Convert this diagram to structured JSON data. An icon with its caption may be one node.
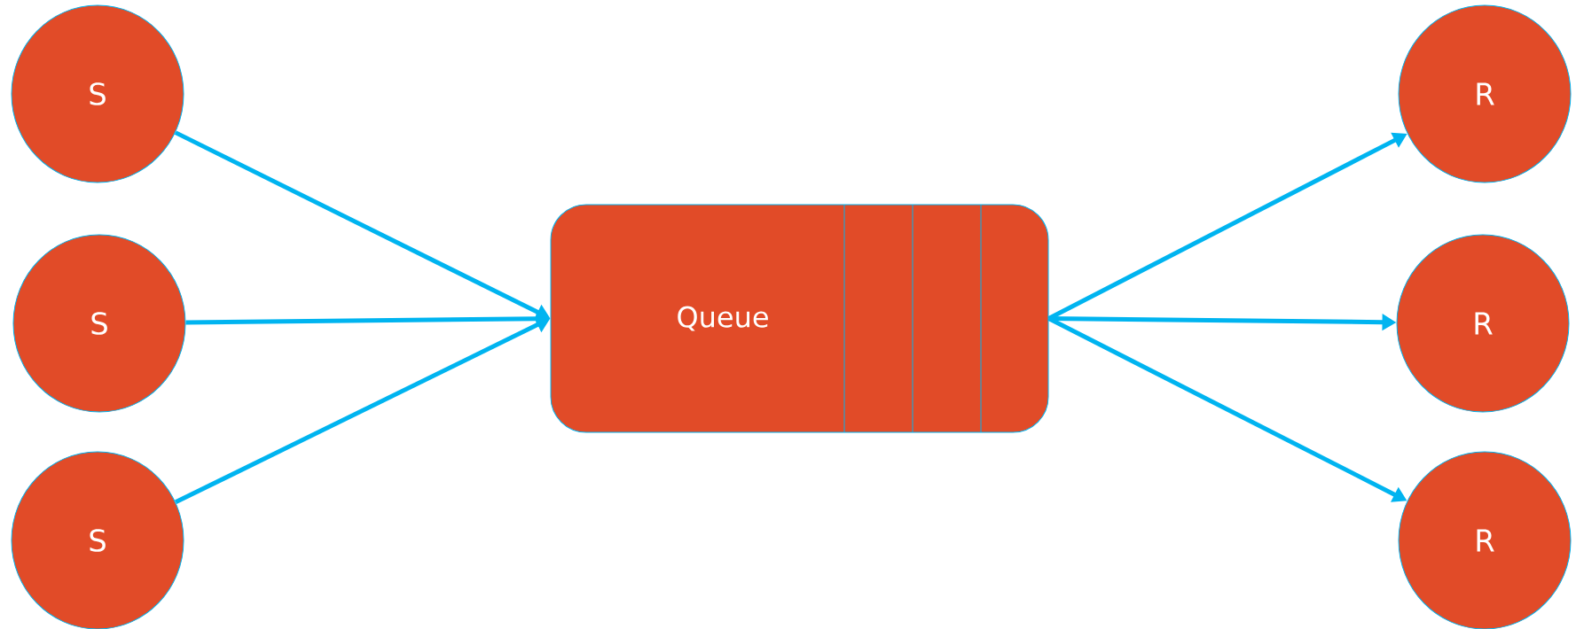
{
  "diagram": {
    "nodes": [
      {
        "text": [
          "S"
        ]
      },
      {
        "text": [
          "S"
        ]
      },
      {
        "text": [
          "S"
        ]
      },
      {
        "text": [
          "Queue"
        ]
      },
      {
        "text": [
          "R"
        ]
      },
      {
        "text": [
          "R"
        ]
      },
      {
        "text": [
          "R"
        ]
      }
    ],
    "edges": [
      {
        "from": 0,
        "to": 3,
        "arrow": "to"
      },
      {
        "from": 1,
        "to": 3,
        "arrow": "to"
      },
      {
        "from": 2,
        "to": 3,
        "arrow": "to"
      },
      {
        "from": 3,
        "to": 4,
        "arrow": "to"
      },
      {
        "from": 3,
        "to": 5,
        "arrow": "to"
      },
      {
        "from": 3,
        "to": 6,
        "arrow": "to"
      }
    ]
  }
}
